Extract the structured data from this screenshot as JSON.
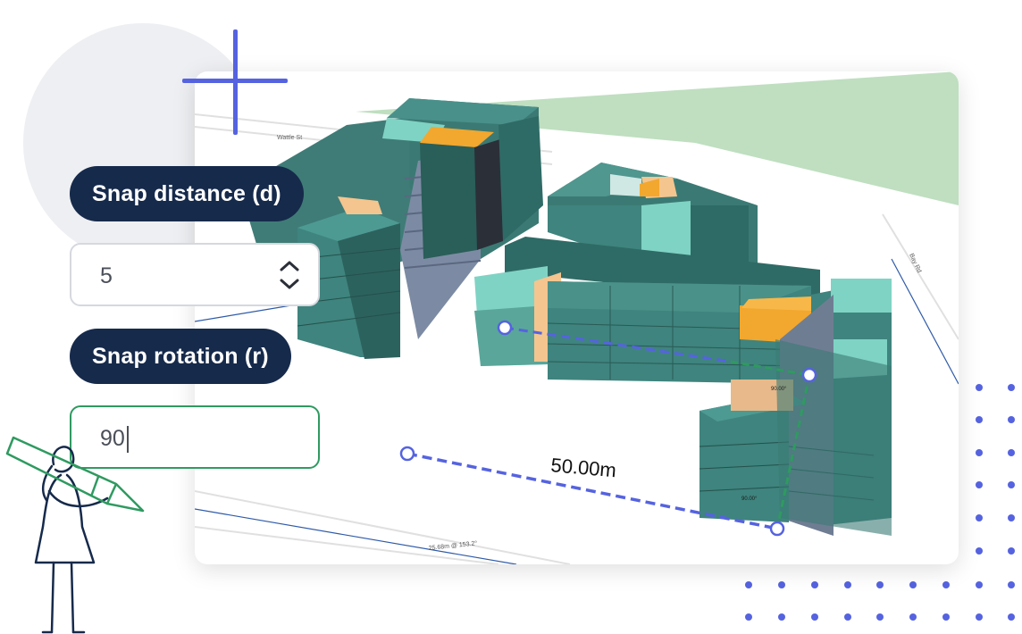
{
  "controls": {
    "snap_distance_label": "Snap distance (d)",
    "snap_distance_value": "5",
    "snap_rotation_label": "Snap rotation (r)",
    "snap_rotation_value": "90"
  },
  "viewport": {
    "measurement_label": "50.00m",
    "street_label": "Wattle St",
    "segment_label_bottom": "25.68m @ 153.2°",
    "segment_label_right": "Bay Rd",
    "angle_label_a": "90.00°",
    "angle_label_b": "90.00°"
  },
  "colors": {
    "accent": "#5563e0",
    "pill_bg": "#162a4b",
    "field_focus_border": "#2f9a60",
    "building_dark": "#2f6b66",
    "building_mid": "#3f847e",
    "building_light": "#7fd3c4",
    "building_highlight": "#f2a72e",
    "building_sand": "#f4c58e",
    "park": "#bfdfc0"
  }
}
